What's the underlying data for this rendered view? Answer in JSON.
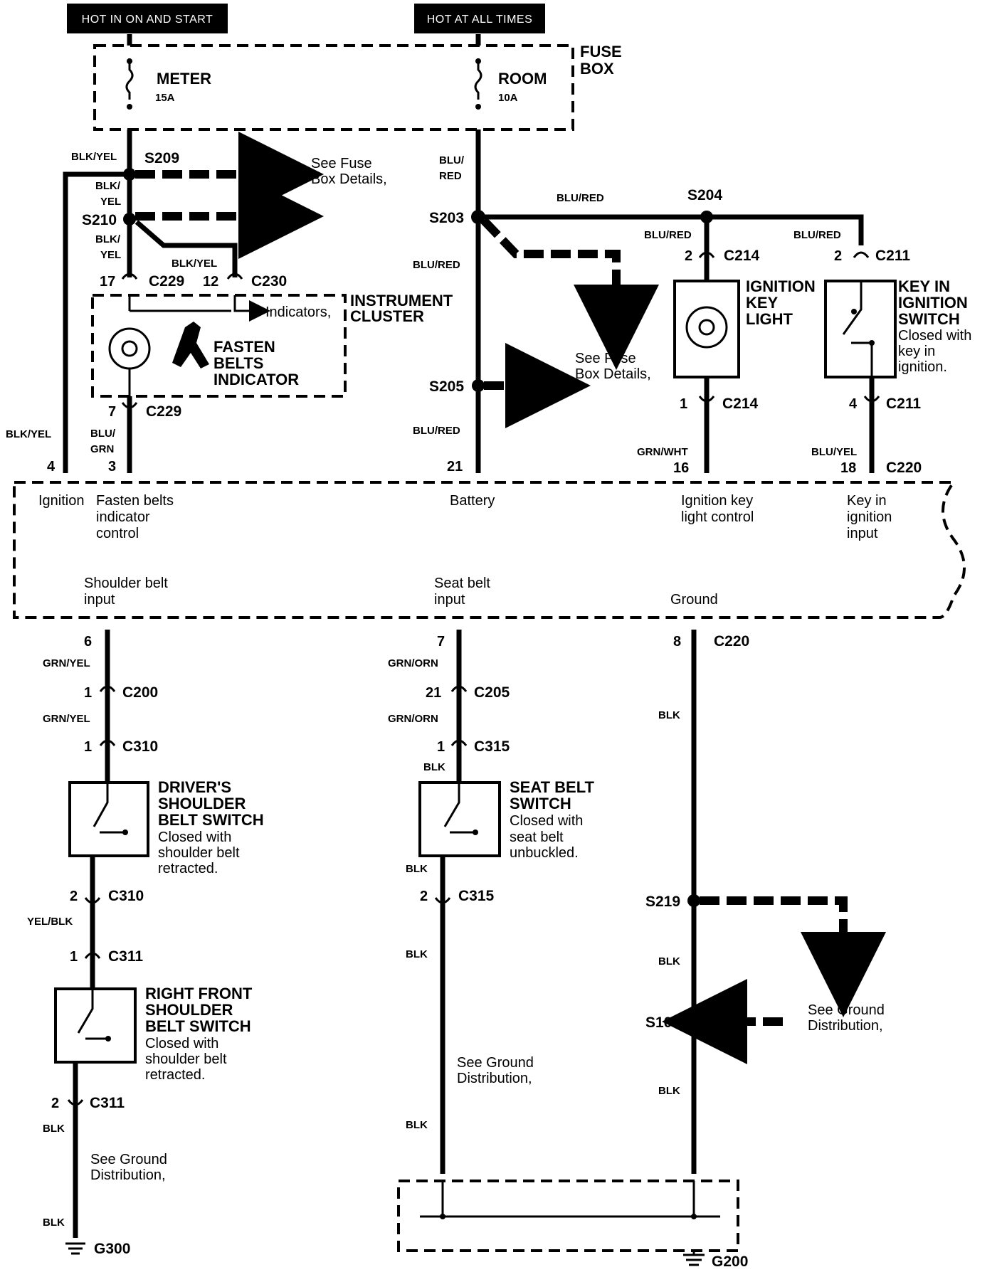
{
  "headers": {
    "left": "HOT IN ON AND START",
    "right": "HOT AT ALL TIMES"
  },
  "fuse_box": {
    "label_1": "FUSE",
    "label_2": "BOX",
    "meter": {
      "name": "METER",
      "rating": "15A"
    },
    "room": {
      "name": "ROOM",
      "rating": "10A"
    }
  },
  "splices": [
    "S209",
    "S210",
    "S203",
    "S204",
    "S205",
    "S219",
    "S105"
  ],
  "connectors": [
    "C229",
    "C230",
    "C214",
    "C211",
    "C220",
    "C200",
    "C205",
    "C310",
    "C315",
    "C311"
  ],
  "wire_colors": [
    "BLK/YEL",
    "BLU/",
    "RED",
    "BLK/",
    "YEL",
    "BLU/RED",
    "GRN",
    "GRN/WHT",
    "BLU/YEL",
    "GRN/YEL",
    "GRN/ORN",
    "BLK",
    "YEL/BLK"
  ],
  "pins": [
    "2",
    "2",
    "17",
    "12",
    "7",
    "1",
    "4",
    "4",
    "3",
    "21",
    "16",
    "18",
    "6",
    "7",
    "8",
    "1",
    "21",
    "1",
    "1",
    "2",
    "2",
    "1",
    "2"
  ],
  "notes": {
    "see_fuse_1": "See Fuse",
    "see_fuse_2": "Box Details,",
    "see_ground_1": "See Ground",
    "see_ground_2": "Distribution,",
    "indicators": "Indicators,"
  },
  "instrument_cluster": {
    "line1": "INSTRUMENT",
    "line2": "CLUSTER"
  },
  "fasten_belts": {
    "line1": "FASTEN",
    "line2": "BELTS",
    "line3": "INDICATOR"
  },
  "ignition_key_light": {
    "line1": "IGNITION",
    "line2": "KEY",
    "line3": "LIGHT"
  },
  "key_switch": {
    "line1": "KEY IN",
    "line2": "IGNITION",
    "line3": "SWITCH",
    "note1": "Closed with",
    "note2": "key in",
    "note3": "ignition."
  },
  "control_unit": {
    "ignition": "Ignition",
    "fasten_1": "Fasten belts",
    "fasten_2": "indicator",
    "fasten_3": "control",
    "battery": "Battery",
    "ikl_1": "Ignition key",
    "ikl_2": "light control",
    "key_1": "Key in",
    "key_2": "ignition",
    "key_3": "input",
    "shoulder_1": "Shoulder belt",
    "shoulder_2": "input",
    "seat_1": "Seat belt",
    "seat_2": "input",
    "ground": "Ground"
  },
  "drivers_switch": {
    "line1": "DRIVER'S",
    "line2": "SHOULDER",
    "line3": "BELT SWITCH",
    "note1": "Closed with",
    "note2": "shoulder belt",
    "note3": "retracted."
  },
  "seat_belt_switch": {
    "line1": "SEAT BELT",
    "line2": "SWITCH",
    "note1": "Closed with",
    "note2": "seat belt",
    "note3": "unbuckled."
  },
  "rf_switch": {
    "line1": "RIGHT FRONT",
    "line2": "SHOULDER",
    "line3": "BELT SWITCH",
    "note1": "Closed with",
    "note2": "shoulder belt",
    "note3": "retracted."
  },
  "grounds": {
    "g300": "G300",
    "g200": "G200"
  }
}
